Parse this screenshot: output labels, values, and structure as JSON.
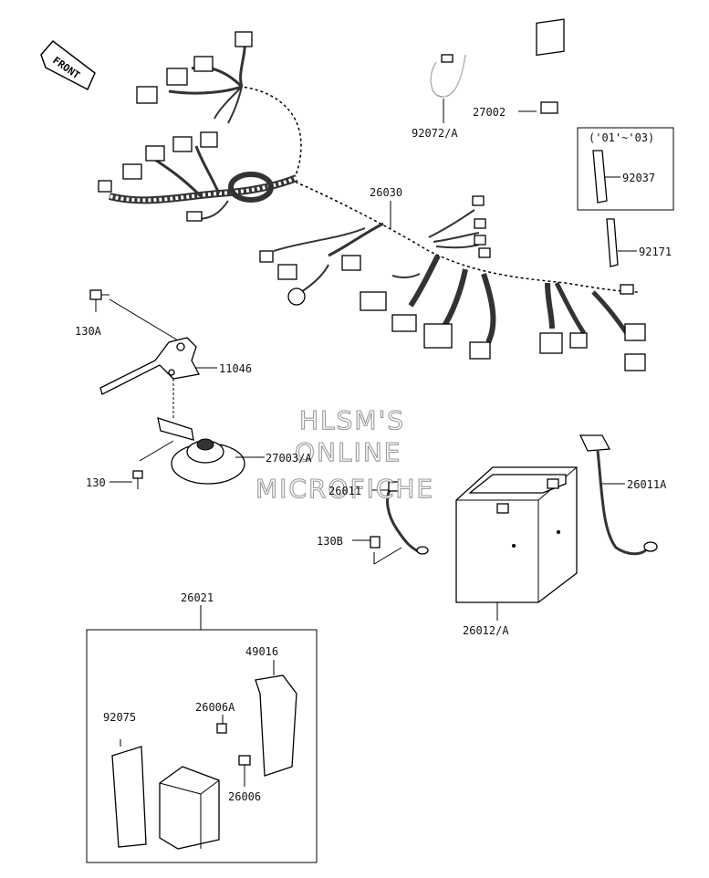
{
  "front_label": "FRONT",
  "watermark": [
    "HLSM'S",
    "ONLINE",
    "MICROFICHE"
  ],
  "labels": {
    "p92072A": "92072/A",
    "p27002": "27002",
    "p01_03": "('01'~'03)",
    "p92037": "92037",
    "p26030": "26030",
    "p92171": "92171",
    "p130A": "130A",
    "p11046": "11046",
    "p27003A": "27003/A",
    "p130": "130",
    "p26011": "26011",
    "p26011A": "26011A",
    "p130B": "130B",
    "p26012A": "26012/A",
    "p26021": "26021",
    "p49016": "49016",
    "p26006A": "26006A",
    "p92075": "92075",
    "p26006": "26006"
  }
}
